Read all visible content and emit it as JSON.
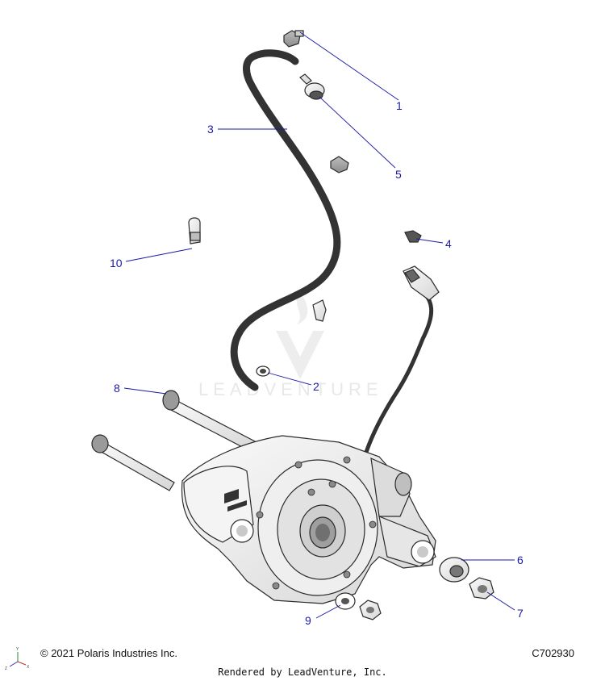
{
  "diagram": {
    "callouts": [
      {
        "num": "1"
      },
      {
        "num": "2"
      },
      {
        "num": "3"
      },
      {
        "num": "4"
      },
      {
        "num": "5"
      },
      {
        "num": "6"
      },
      {
        "num": "7"
      },
      {
        "num": "8"
      },
      {
        "num": "9"
      },
      {
        "num": "10"
      }
    ],
    "watermark": "LEADVENTURE",
    "axis_labels": {
      "x": "X",
      "y": "Y",
      "z": "Z"
    }
  },
  "footer": {
    "copyright": "© 2021 Polaris Industries Inc.",
    "drawing_id": "C702930",
    "rendered_by": "Rendered by LeadVenture, Inc."
  },
  "colors": {
    "callout": "#1a1aa6",
    "line_art": "#2a2a2a",
    "watermark": "#e6e6e6"
  }
}
